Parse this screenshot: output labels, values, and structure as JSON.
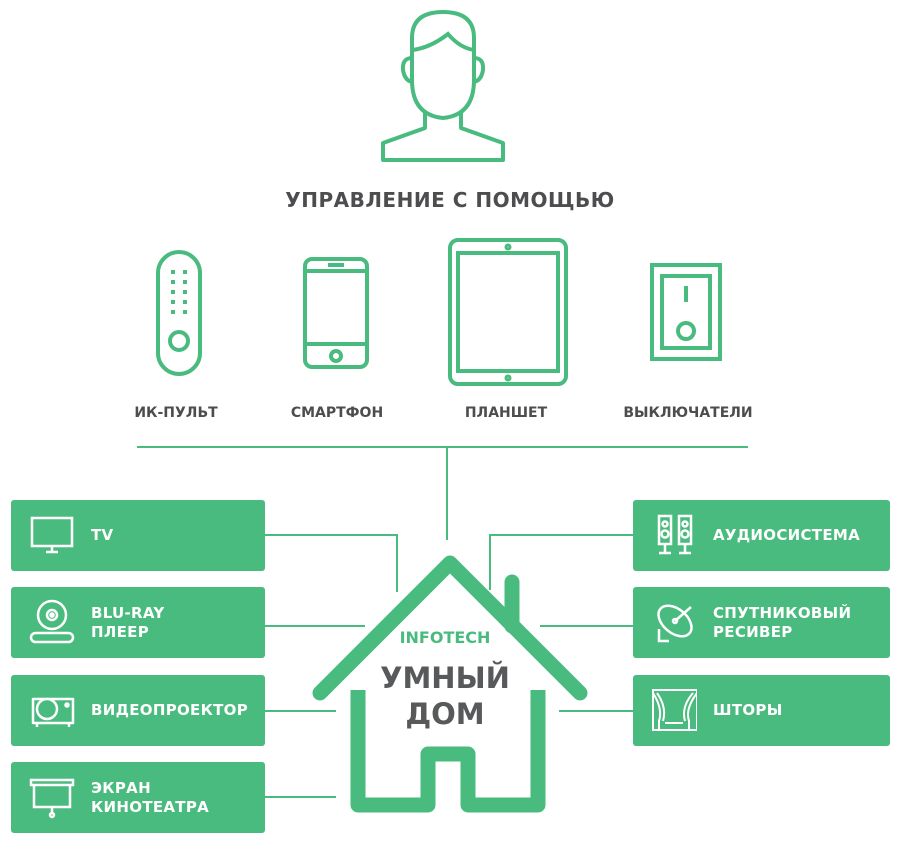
{
  "header": {
    "title": "УПРАВЛЕНИЕ С ПОМОЩЬЮ"
  },
  "controls": [
    {
      "label": "ИК-ПУЛЬТ",
      "icon": "remote-icon"
    },
    {
      "label": "СМАРТФОН",
      "icon": "smartphone-icon"
    },
    {
      "label": "ПЛАНШЕТ",
      "icon": "tablet-icon"
    },
    {
      "label": "ВЫКЛЮЧАТЕЛИ",
      "icon": "switch-icon"
    }
  ],
  "center": {
    "brand": "INFOTECH",
    "line1": "УМНЫЙ",
    "line2": "ДОМ"
  },
  "left_devices": [
    {
      "line1": "TV",
      "line2": "",
      "icon": "tv-icon"
    },
    {
      "line1": "BLU-RAY",
      "line2": "ПЛЕЕР",
      "icon": "bluray-player-icon"
    },
    {
      "line1": "ВИДЕОПРОЕКТОР",
      "line2": "",
      "icon": "projector-icon"
    },
    {
      "line1": "ЭКРАН",
      "line2": "КИНОТЕАТРА",
      "icon": "projection-screen-icon"
    }
  ],
  "right_devices": [
    {
      "line1": "АУДИОСИСТЕМА",
      "line2": "",
      "icon": "speakers-icon"
    },
    {
      "line1": "СПУТНИКОВЫЙ",
      "line2": "РЕСИВЕР",
      "icon": "satellite-dish-icon"
    },
    {
      "line1": "ШТОРЫ",
      "line2": "",
      "icon": "curtains-icon"
    }
  ],
  "colors": {
    "accent": "#4abb7e",
    "text": "#4d4d4f"
  }
}
